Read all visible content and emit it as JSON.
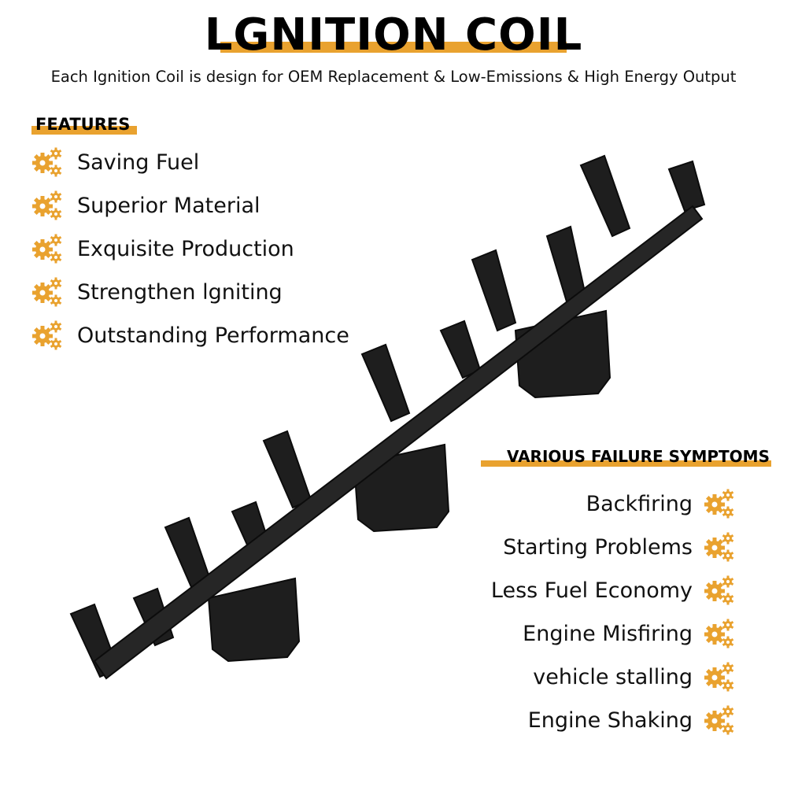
{
  "title": "LGNITION COIL",
  "subtitle": "Each Ignition Coil is design for OEM Replacement & Low-Emissions & High Energy Output",
  "features": {
    "heading": "FEATURES",
    "items": [
      "Saving Fuel",
      "Superior Material",
      "Exquisite Production",
      "Strengthen lgniting",
      "Outstanding Performance"
    ]
  },
  "symptoms": {
    "heading": "VARIOUS FAILURE SYMPTOMS",
    "items": [
      "Backfiring",
      "Starting Problems",
      "Less Fuel Economy",
      "Engine Misfiring",
      "vehicle stalling",
      "Engine Shaking"
    ]
  },
  "icons": {
    "bullet": "gears-icon"
  },
  "colors": {
    "accent": "#E9A22F",
    "text": "#111111",
    "product": "#1c1c1c"
  }
}
